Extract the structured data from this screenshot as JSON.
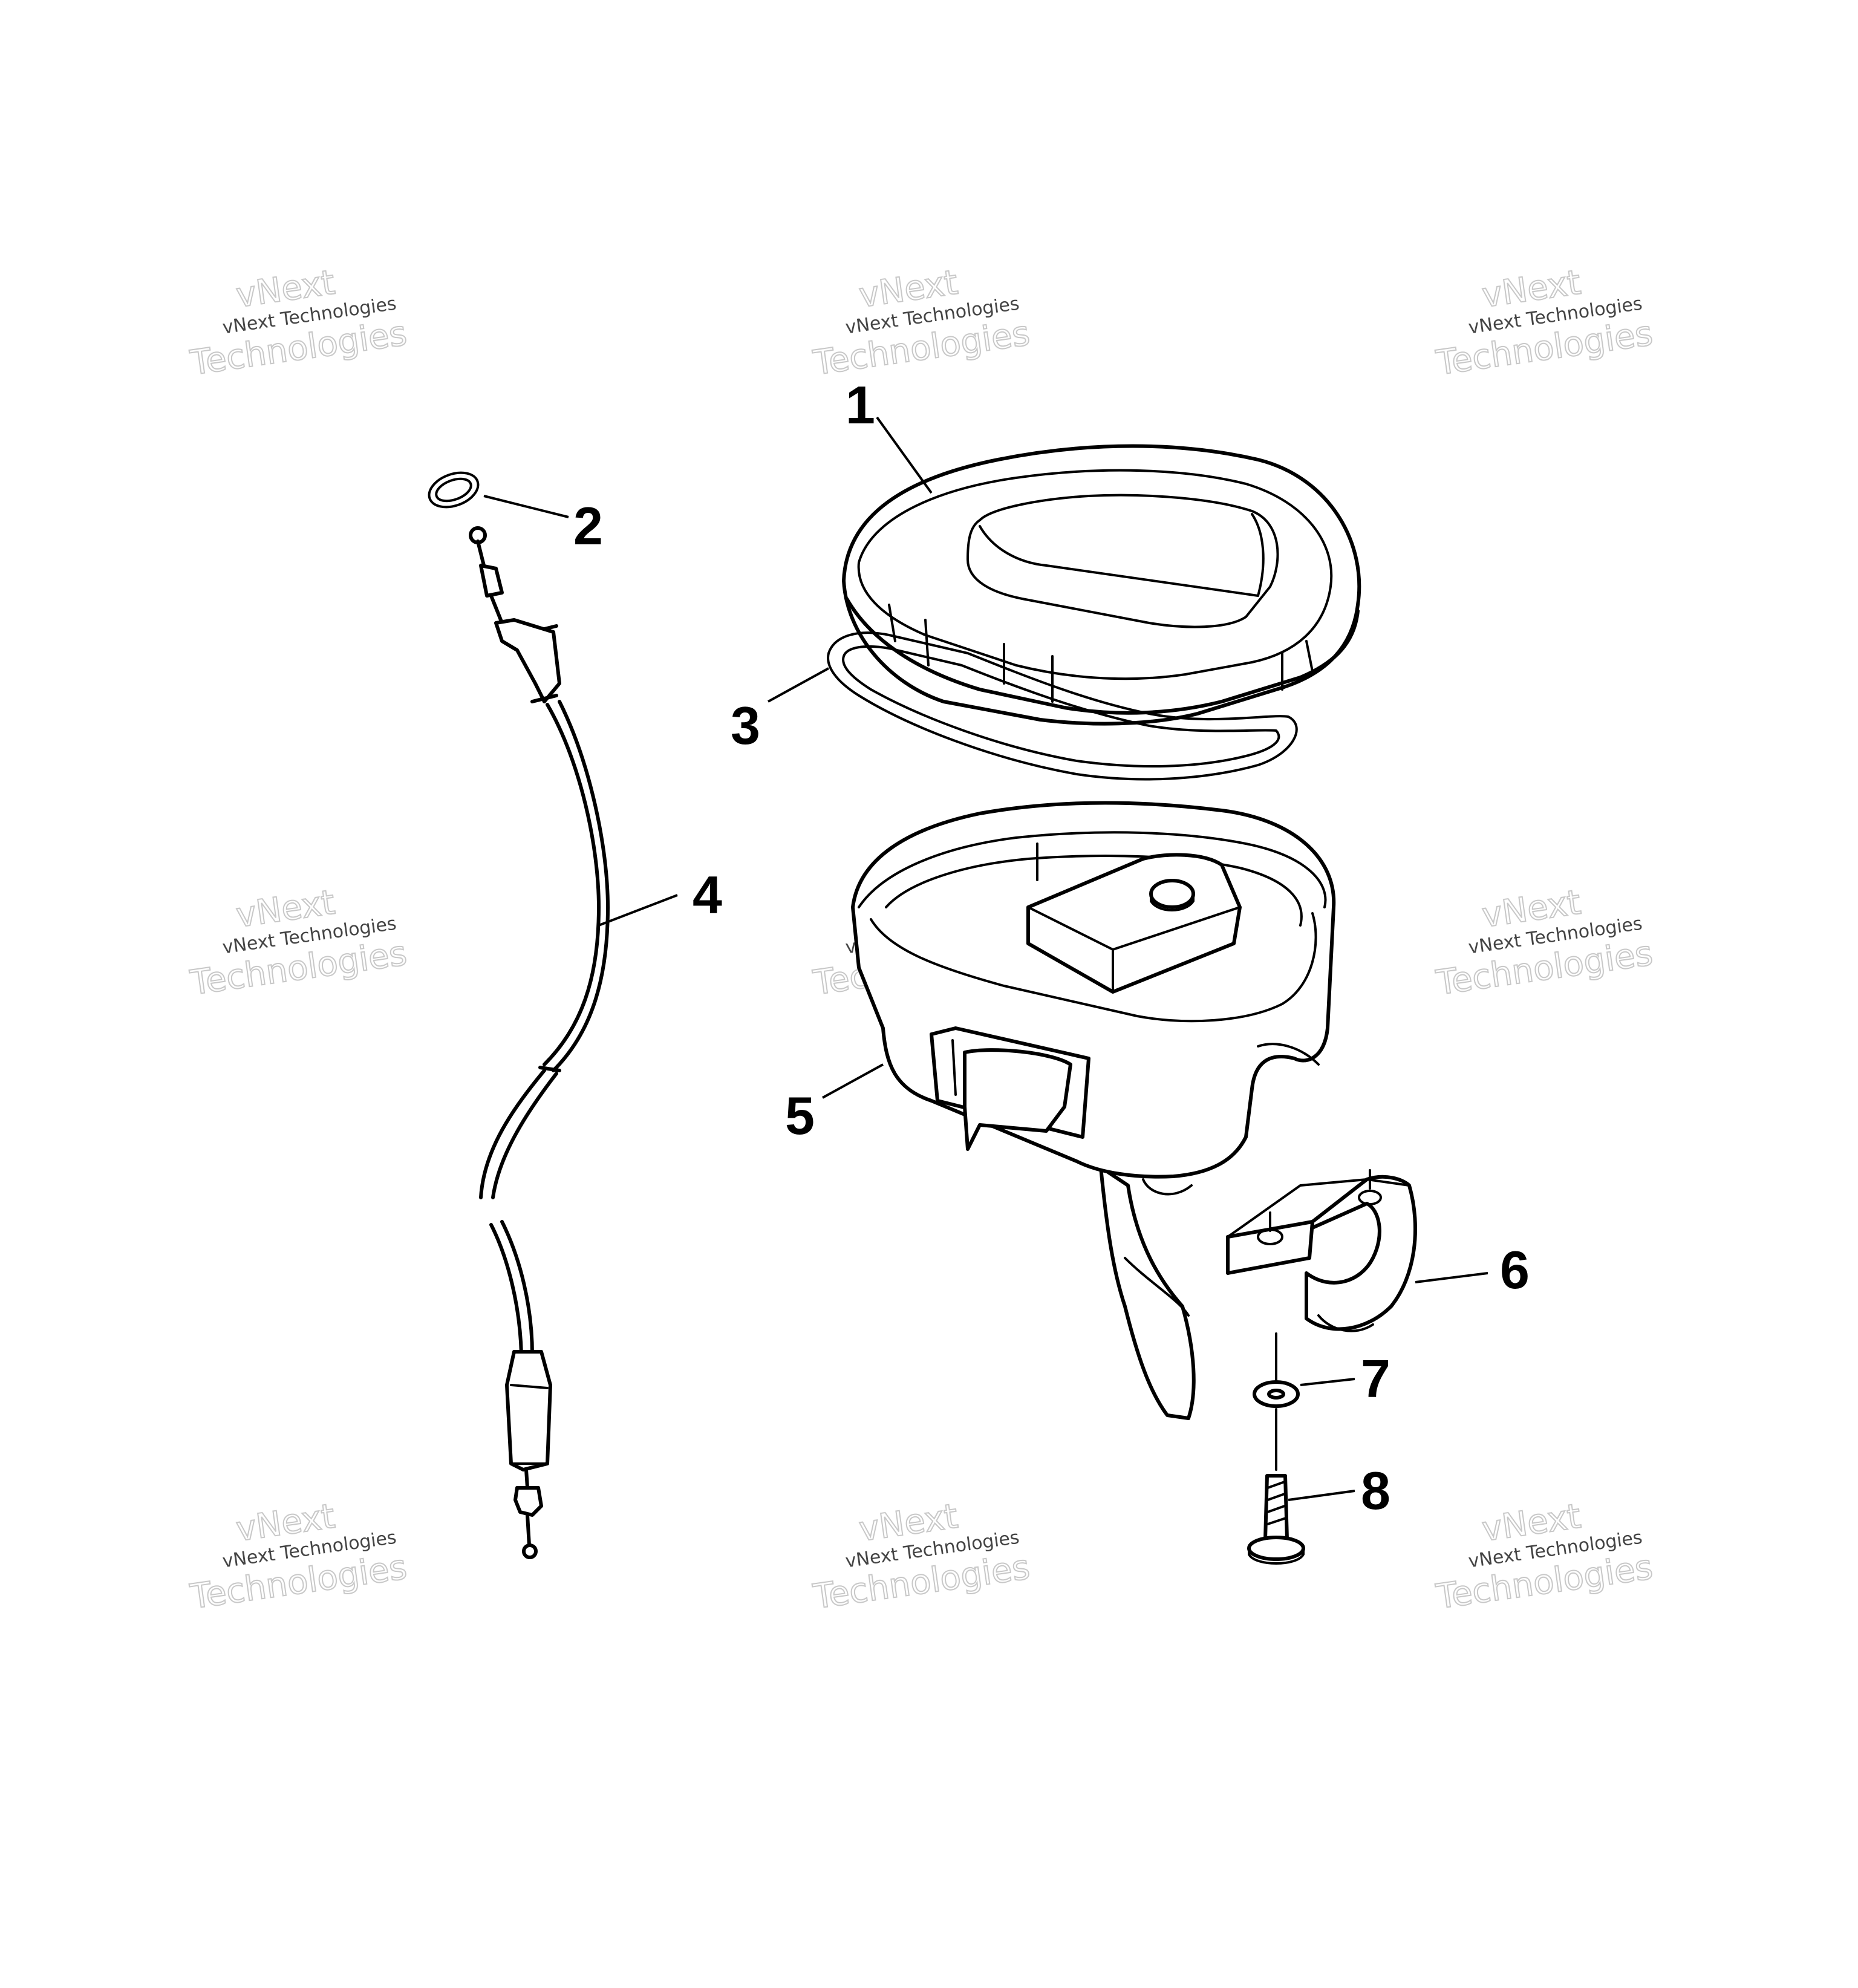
{
  "watermark": {
    "line1": "vNext",
    "line2": "vNext Technologies",
    "line3": "Technologies"
  },
  "callouts": [
    "1",
    "2",
    "3",
    "4",
    "5",
    "6",
    "7",
    "8"
  ]
}
